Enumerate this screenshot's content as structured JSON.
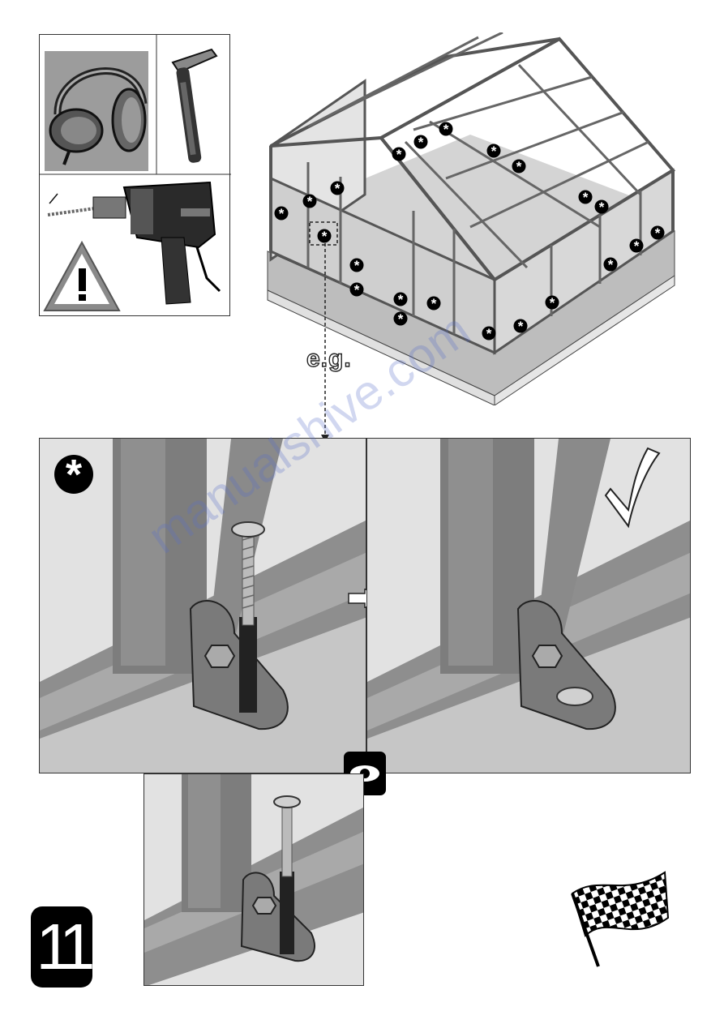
{
  "step": {
    "number": "11"
  },
  "callout": {
    "label": "e.g."
  },
  "watermark": {
    "text": "manualshive.com"
  },
  "icons": {
    "ear_protection": "ear-protection-icon",
    "hammer": "hammer-icon",
    "drill": "drill-icon",
    "warning": "warning-triangle-icon",
    "anchor_marker": "asterisk-icon",
    "check": "checkmark-icon",
    "detail_view": "eye-icon",
    "finish": "checkered-flag-icon"
  },
  "colors": {
    "frame": "#7a7a7a",
    "glass": "#e8e8e8",
    "base": "#c8c8c8",
    "dark": "#000000"
  }
}
